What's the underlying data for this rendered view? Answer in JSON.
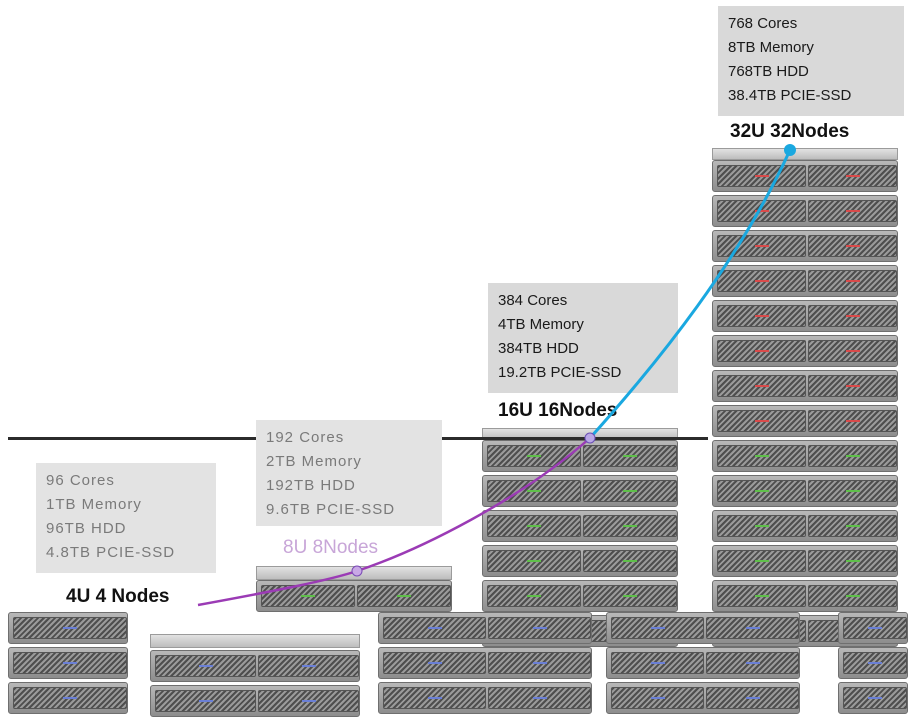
{
  "colors": {
    "curve_blue": "#1aa8e0",
    "curve_purple": "#9b3bb5",
    "led_red": "#d94a4a",
    "led_green": "#5fbf4a",
    "led_blue": "#6a7fd6"
  },
  "configurations": [
    {
      "id": "32u",
      "label": "32U 32Nodes",
      "specs": [
        "768 Cores",
        "8TB Memory",
        "768TB HDD",
        "38.4TB PCIE-SSD"
      ]
    },
    {
      "id": "16u",
      "label": "16U 16Nodes",
      "specs": [
        "384 Cores",
        "4TB Memory",
        "384TB HDD",
        "19.2TB PCIE-SSD"
      ]
    },
    {
      "id": "8u",
      "label": "8U 8Nodes",
      "specs": [
        "192 Cores",
        "2TB Memory",
        "192TB HDD",
        "9.6TB PCIE-SSD"
      ]
    },
    {
      "id": "4u",
      "label": "4U 4 Nodes",
      "specs": [
        "96 Cores",
        "1TB Memory",
        "96TB HDD",
        "4.8TB PCIE-SSD"
      ]
    }
  ]
}
